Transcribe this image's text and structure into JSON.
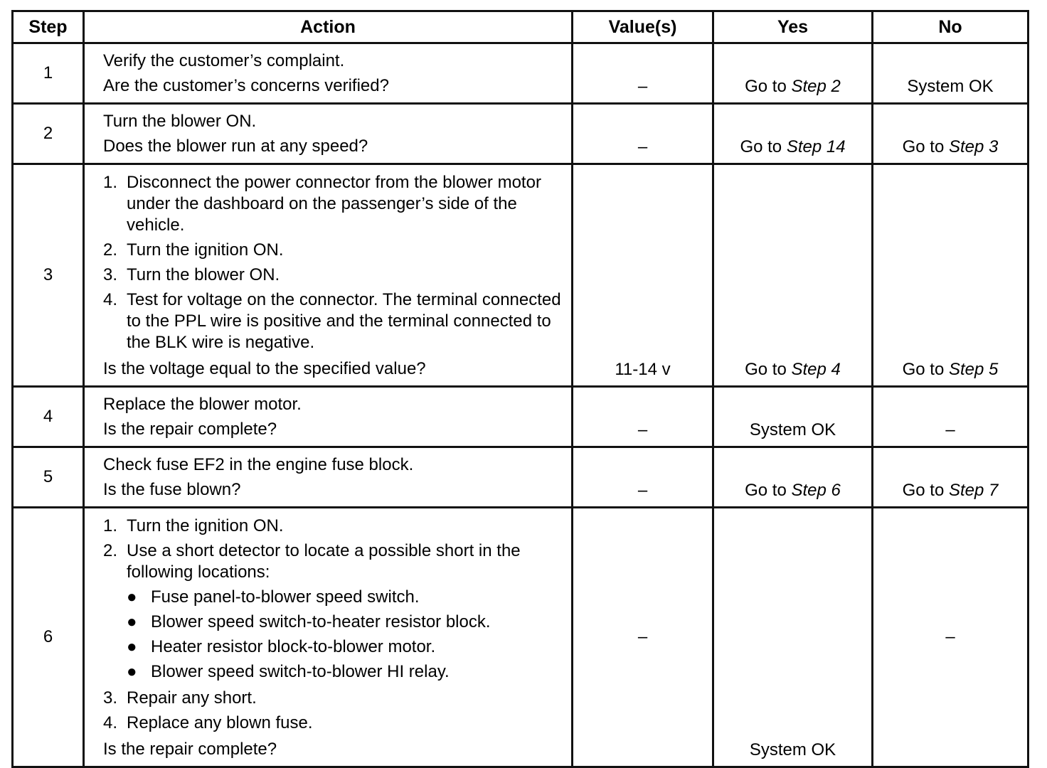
{
  "headers": {
    "step": "Step",
    "action": "Action",
    "values": "Value(s)",
    "yes": "Yes",
    "no": "No"
  },
  "rows": [
    {
      "step": "1",
      "action_lines": [
        "Verify the customer’s complaint.",
        "Are the customer’s concerns verified?"
      ],
      "value": "–",
      "yes_prefix": "Go to ",
      "yes_step": "Step 2",
      "no_text": "System OK"
    },
    {
      "step": "2",
      "action_lines": [
        "Turn the blower ON.",
        "Does the blower run at any speed?"
      ],
      "value": "–",
      "yes_prefix": "Go to ",
      "yes_step": "Step 14",
      "no_prefix": "Go to ",
      "no_step": "Step 3"
    },
    {
      "step": "3",
      "items": [
        {
          "n": "1.",
          "text": "Disconnect the power connector from the blower motor under the dashboard on the passenger’s side of the vehicle."
        },
        {
          "n": "2.",
          "text": "Turn the ignition ON."
        },
        {
          "n": "3.",
          "text": "Turn the blower ON."
        },
        {
          "n": "4.",
          "text": "Test for voltage on the connector. The terminal connected to the PPL wire is positive and the terminal connected to the BLK wire is negative."
        }
      ],
      "question": "Is the voltage equal to the specified value?",
      "value": "11-14 v",
      "yes_prefix": "Go to ",
      "yes_step": "Step 4",
      "no_prefix": "Go to ",
      "no_step": "Step 5"
    },
    {
      "step": "4",
      "action_lines": [
        "Replace the blower motor.",
        "Is the repair complete?"
      ],
      "value": "–",
      "yes_text": "System OK",
      "no_text": "–"
    },
    {
      "step": "5",
      "action_lines": [
        "Check fuse EF2 in the engine fuse block.",
        "Is the fuse blown?"
      ],
      "value": "–",
      "yes_prefix": "Go to ",
      "yes_step": "Step 6",
      "no_prefix": "Go to ",
      "no_step": "Step 7"
    },
    {
      "step": "6",
      "items": [
        {
          "n": "1.",
          "text": "Turn the ignition ON."
        },
        {
          "n": "2.",
          "text": "Use a short detector to locate a possible short in the following locations:"
        },
        {
          "n": "3.",
          "text": "Repair any short."
        },
        {
          "n": "4.",
          "text": "Replace any blown fuse."
        }
      ],
      "bullets": [
        "Fuse panel-to-blower speed switch.",
        "Blower speed switch-to-heater resistor block.",
        "Heater resistor block-to-blower motor.",
        "Blower speed switch-to-blower HI relay."
      ],
      "question": "Is the repair complete?",
      "value": "–",
      "yes_text": "System OK",
      "no_text": "–"
    }
  ]
}
